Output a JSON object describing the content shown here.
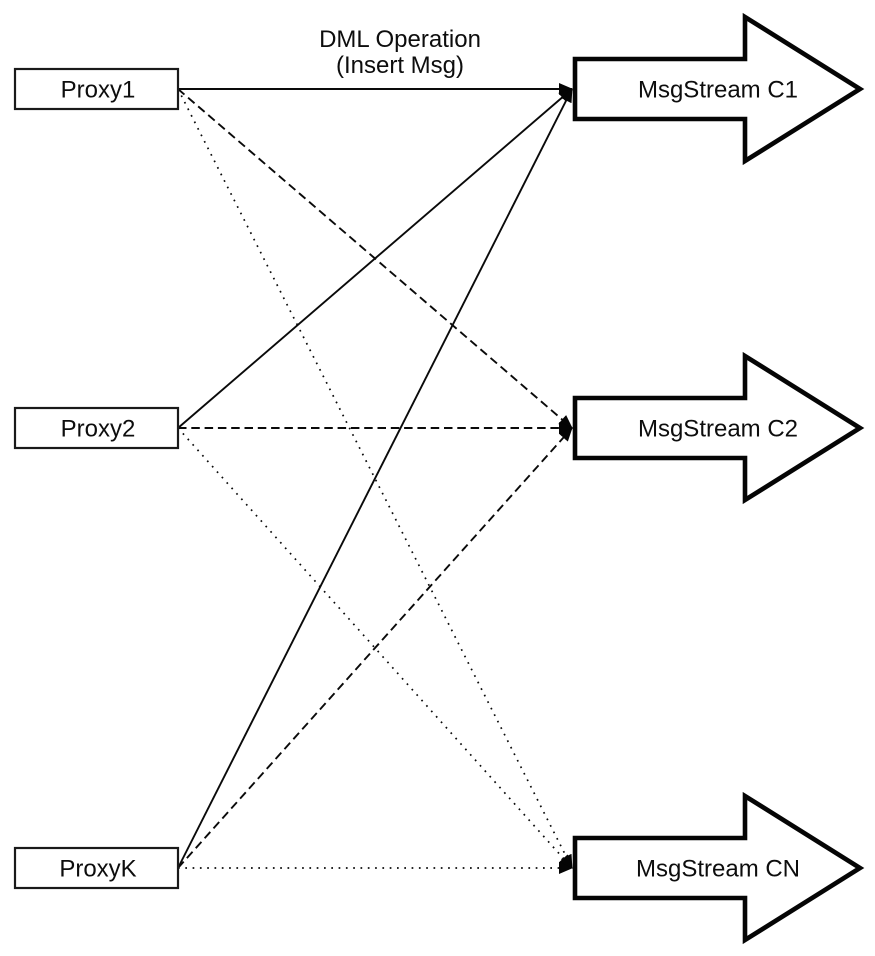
{
  "title": {
    "line1": "DML Operation",
    "line2": "(Insert Msg)"
  },
  "proxies": [
    {
      "id": "proxy1",
      "label": "Proxy1"
    },
    {
      "id": "proxy2",
      "label": "Proxy2"
    },
    {
      "id": "proxyk",
      "label": "ProxyK"
    }
  ],
  "streams": [
    {
      "id": "c1",
      "label": "MsgStream C1",
      "incoming_line_style": "solid"
    },
    {
      "id": "c2",
      "label": "MsgStream C2",
      "incoming_line_style": "dashed"
    },
    {
      "id": "cn",
      "label": "MsgStream CN",
      "incoming_line_style": "dotted"
    }
  ],
  "connections": [
    {
      "from": "proxy1",
      "to": "c1",
      "style": "solid"
    },
    {
      "from": "proxy1",
      "to": "c2",
      "style": "dashed"
    },
    {
      "from": "proxy1",
      "to": "cn",
      "style": "dotted"
    },
    {
      "from": "proxy2",
      "to": "c1",
      "style": "solid"
    },
    {
      "from": "proxy2",
      "to": "c2",
      "style": "dashed"
    },
    {
      "from": "proxy2",
      "to": "cn",
      "style": "dotted"
    },
    {
      "from": "proxyk",
      "to": "c1",
      "style": "solid"
    },
    {
      "from": "proxyk",
      "to": "c2",
      "style": "dashed"
    },
    {
      "from": "proxyk",
      "to": "cn",
      "style": "dotted"
    }
  ],
  "colors": {
    "background": "#ffffff",
    "line": "#0a0a0a",
    "node_border": "#1a1a1a",
    "node_fill": "#ffffff",
    "arrow_outline": "#050505",
    "arrow_fill": "#ffffff",
    "text": "#0d0d0d"
  }
}
